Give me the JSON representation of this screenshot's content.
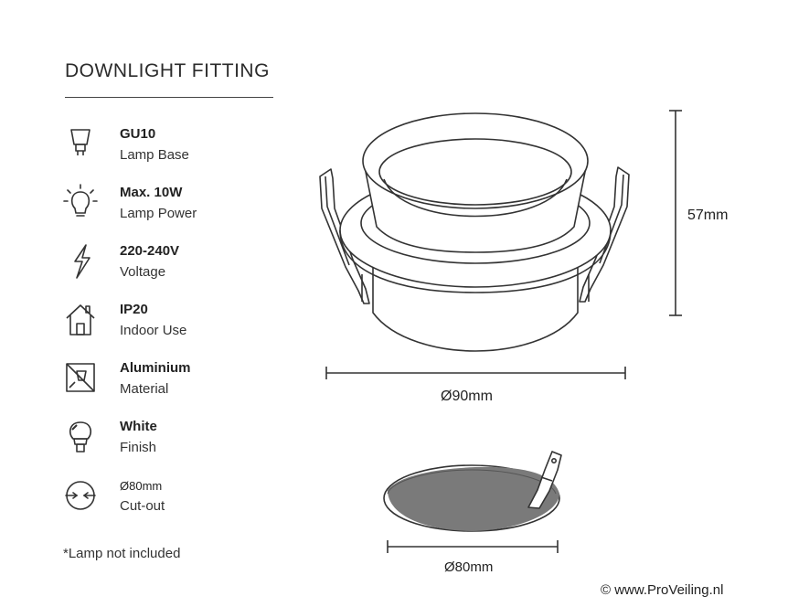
{
  "header": {
    "title": "DOWNLIGHT FITTING"
  },
  "specs": [
    {
      "icon": "lamp-base-icon",
      "value": "GU10",
      "label": "Lamp Base"
    },
    {
      "icon": "bulb-icon",
      "value": "Max. 10W",
      "label": "Lamp Power"
    },
    {
      "icon": "lightning-icon",
      "value": "220-240V",
      "label": "Voltage"
    },
    {
      "icon": "house-icon",
      "value": "IP20",
      "label": "Indoor Use"
    },
    {
      "icon": "material-icon",
      "value": "Aluminium",
      "label": "Material"
    },
    {
      "icon": "finish-icon",
      "value": "White",
      "label": "Finish"
    },
    {
      "icon": "cutout-icon",
      "value": "Ø80mm",
      "label": "Cut-out"
    }
  ],
  "note": "*Lamp not included",
  "dimensions": {
    "height": "57mm",
    "diameter": "Ø90mm",
    "cutout": "Ø80mm"
  },
  "credit": "© www.ProVeiling.nl",
  "colors": {
    "line": "#333333",
    "hole": "#7a7a7a",
    "text": "#2a2a2a"
  }
}
